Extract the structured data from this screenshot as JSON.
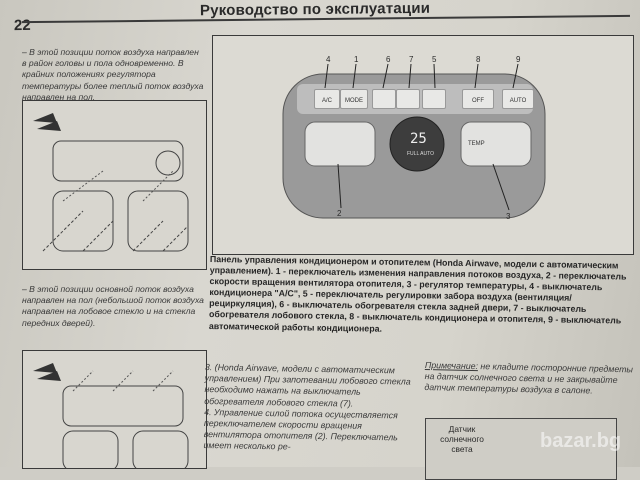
{
  "header": {
    "page_number": "22",
    "title": "Руководство по эксплуатации"
  },
  "left_column": {
    "para1": "– В этой позиции поток воздуха направлен в район головы и пола одновременно. В крайних положениях регулятора температуры более теплый поток воздуха направлен на пол.",
    "para2": "– В этой позиции основной поток воздуха направлен на пол (небольшой поток воздуха направлен на лобовое стекло и на стекла передних дверей)."
  },
  "panel": {
    "callouts": [
      "1",
      "2",
      "3",
      "4",
      "5",
      "6",
      "7",
      "8",
      "9"
    ],
    "buttons": {
      "ac": "A/C",
      "mode": "MODE",
      "off": "OFF",
      "auto": "AUTO",
      "temp": "TEMP"
    },
    "display": {
      "temp": "25",
      "mode_text": "FULL AUTO"
    }
  },
  "caption": "Панель управления кондиционером и отопителем (Honda Airwave, модели с автоматическим управлением). 1 - переключатель изменения направления потоков воздуха, 2 - переключатель скорости вращения вентилятора отопителя, 3 - регулятор температуры, 4 - выключатель кондиционера \"A/C\", 5 - переключатель регулировки забора воздуха (вентиляция/рециркуляция), 6 - выключатель обогревателя стекла задней двери, 7 - выключатель обогревателя лобового стекла, 8 - выключатель кондиционера и отопителя, 9 - выключатель автоматической работы кондиционера.",
  "body": {
    "p3": "3. (Honda Airwave, модели с автоматическим управлением) При запотевании лобового стекла необходимо нажать на выключатель обогревателя лобового стекла (7).",
    "p4": "4. Управление силой потока осуществляется переключателем скорости вращения вентилятора отопителя (2). Переключатель имеет несколько ре-"
  },
  "note": {
    "label": "Примечание:",
    "text": " не кладите посторонние предметы на датчик солнечного света и не закрывайте датчик температуры воздуха в салоне."
  },
  "sensor": {
    "label": "Датчик солнечного света"
  },
  "watermark": "bazar.bg"
}
